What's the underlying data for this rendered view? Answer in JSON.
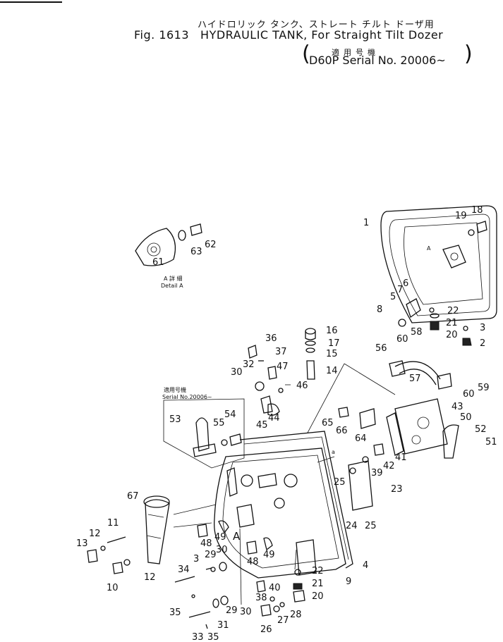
{
  "header": {
    "title_jp": "ハイドロリック タンク、ストレート チルト ドーザ用",
    "fig": "Fig. 1613",
    "title_en": "HYDRAULIC TANK, For Straight Tilt Dozer",
    "serial_jp": "適用号機",
    "serial_en": "D60P Serial No. 20006~"
  },
  "annotations": {
    "detail_a_jp": "A 詳 細",
    "detail_a_en": "Detail A",
    "serial_note_jp": "適用号機",
    "serial_note_en": "Serial No.20006~",
    "arrow_a": "A",
    "arrow_a2": "A",
    "view_a": "a"
  },
  "callouts": [
    "1",
    "2",
    "3",
    "4",
    "5",
    "6",
    "7",
    "8",
    "9",
    "10",
    "11",
    "12",
    "12",
    "13",
    "14",
    "15",
    "16",
    "17",
    "18",
    "19",
    "20",
    "20",
    "21",
    "21",
    "22",
    "22",
    "23",
    "24",
    "25",
    "25",
    "26",
    "27",
    "28",
    "29",
    "29",
    "30",
    "30",
    "30",
    "31",
    "32",
    "33",
    "34",
    "35",
    "35",
    "36",
    "37",
    "38",
    "39",
    "40",
    "41",
    "42",
    "43",
    "44",
    "45",
    "46",
    "47",
    "48",
    "48",
    "49",
    "49",
    "50",
    "51",
    "52",
    "53",
    "54",
    "55",
    "56",
    "57",
    "58",
    "59",
    "60",
    "60",
    "61",
    "62",
    "63",
    "64",
    "65",
    "66",
    "67",
    "3"
  ],
  "colors": {
    "ink": "#111111",
    "paper": "#ffffff"
  }
}
